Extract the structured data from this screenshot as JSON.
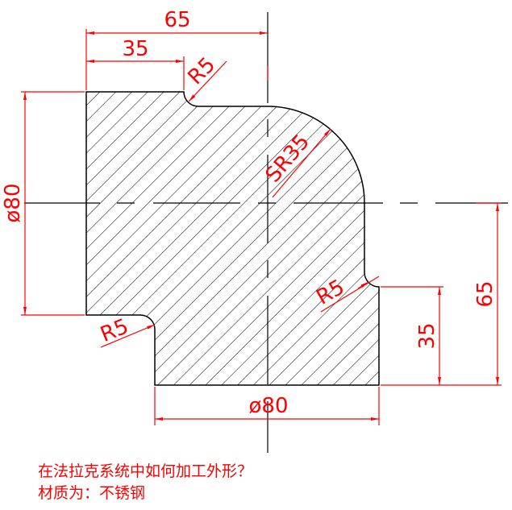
{
  "drawing": {
    "type": "mechanical part cross-section (lathe profile)",
    "colors": {
      "outline": "#000000",
      "hatch": "#000000",
      "centerline": "#000000",
      "dimension": "#ff0000",
      "background": "#ffffff"
    },
    "dimensions": {
      "top_overall_length": "65",
      "top_step_length": "35",
      "top_fillet": "R5",
      "sphere_radius": "SR35",
      "left_diameter": "ø80",
      "left_fillet": "R5",
      "right_fillet": "R5",
      "right_step_height": "35",
      "right_overall_height": "65",
      "bottom_diameter": "ø80"
    }
  },
  "notes": {
    "line1": "在法拉克系统中如何加工外形？",
    "line2": "材质为：不锈钢"
  }
}
